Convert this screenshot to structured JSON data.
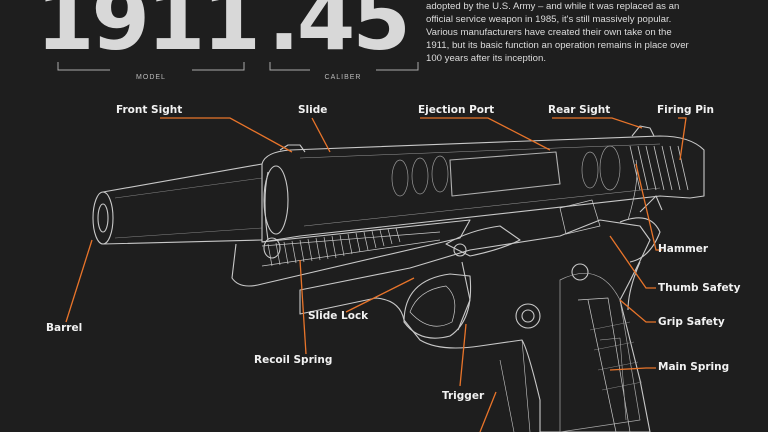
{
  "header": {
    "model_value": "1911",
    "model_caption": "MODEL",
    "caliber_value": ".45",
    "caliber_caption": "CALIBER",
    "description_lines": [
      "adopted by the U.S. Army – and while it was replaced as an",
      "official service weapon in 1985, it's still massively popular.",
      "Various manufacturers have created their own take on the",
      "1911, but its basic function an operation remains in place over",
      "100 years after its inception."
    ]
  },
  "labels": {
    "front_sight": "Front Sight",
    "slide": "Slide",
    "ejection_port": "Ejection Port",
    "rear_sight": "Rear Sight",
    "firing_pin": "Firing Pin",
    "hammer": "Hammer",
    "thumb_safety": "Thumb Safety",
    "grip_safety": "Grip Safety",
    "main_spring": "Main Spring",
    "barrel": "Barrel",
    "slide_lock": "Slide Lock",
    "recoil_spring": "Recoil Spring",
    "trigger": "Trigger"
  },
  "colors": {
    "background": "#1e1e1e",
    "accent": "#e8742a",
    "linework": "#c8c8c8"
  }
}
